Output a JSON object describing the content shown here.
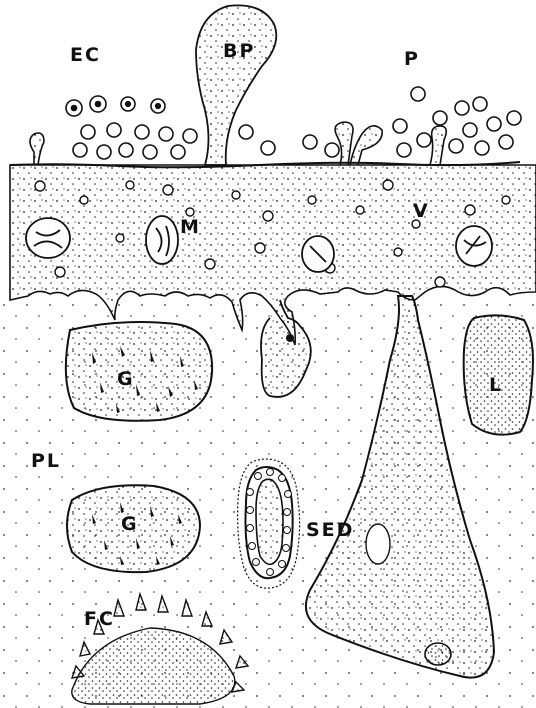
{
  "labels": {
    "ec": "EC",
    "bp": "BP",
    "p": "P",
    "m": "M",
    "v": "V",
    "g_upper": "G",
    "l": "L",
    "pl": "PL",
    "g_lower": "G",
    "sed": "SED",
    "fc": "FC"
  },
  "colors": {
    "ink": "#111111",
    "paper": "#ffffff"
  }
}
